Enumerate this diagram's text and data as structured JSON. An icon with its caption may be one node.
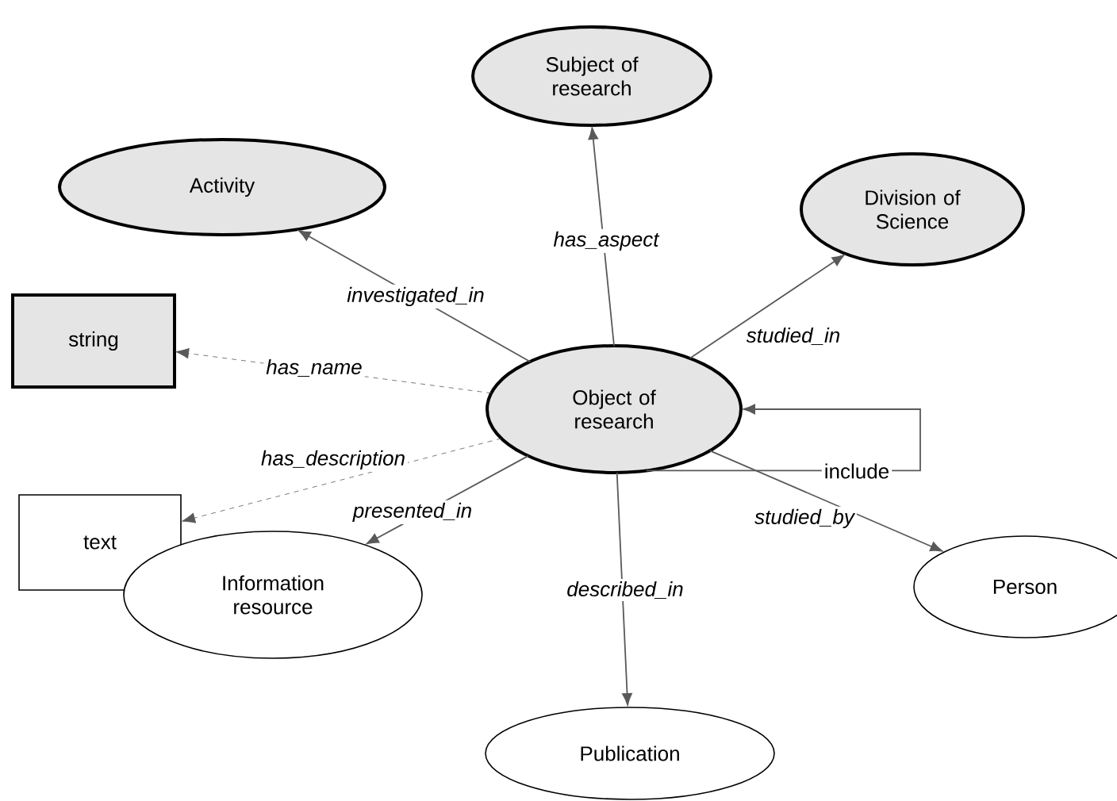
{
  "diagram": {
    "nodes": [
      {
        "text": [
          "Subject of research"
        ]
      },
      {
        "text": [
          "Activity"
        ]
      },
      {
        "text": [
          "Division of Science"
        ]
      },
      {
        "text": [
          "string"
        ]
      },
      {
        "text": [
          "Object of research"
        ]
      },
      {
        "text": [
          "text"
        ]
      },
      {
        "text": [
          "Information resource"
        ]
      },
      {
        "text": [
          "Publication"
        ]
      },
      {
        "text": [
          "Person"
        ]
      }
    ],
    "edges": [
      {
        "from": 4,
        "to": 0,
        "arrow": "to",
        "label": "has_aspect"
      },
      {
        "from": 4,
        "to": 1,
        "arrow": "to",
        "label": "investigated_in"
      },
      {
        "from": 4,
        "to": 2,
        "arrow": "to",
        "label": "studied_in"
      },
      {
        "from": 4,
        "to": 3,
        "arrow": "to",
        "label": "has_name",
        "style": "dashed"
      },
      {
        "from": 4,
        "to": 5,
        "arrow": "to",
        "label": "has_description",
        "style": "dashed"
      },
      {
        "from": 4,
        "to": 4,
        "arrow": "to",
        "label": "include"
      },
      {
        "from": 4,
        "to": 6,
        "arrow": "to",
        "label": "presented_in"
      },
      {
        "from": 4,
        "to": 7,
        "arrow": "to",
        "label": "described_in"
      },
      {
        "from": 4,
        "to": 8,
        "arrow": "to",
        "label": "studied_by"
      }
    ]
  }
}
